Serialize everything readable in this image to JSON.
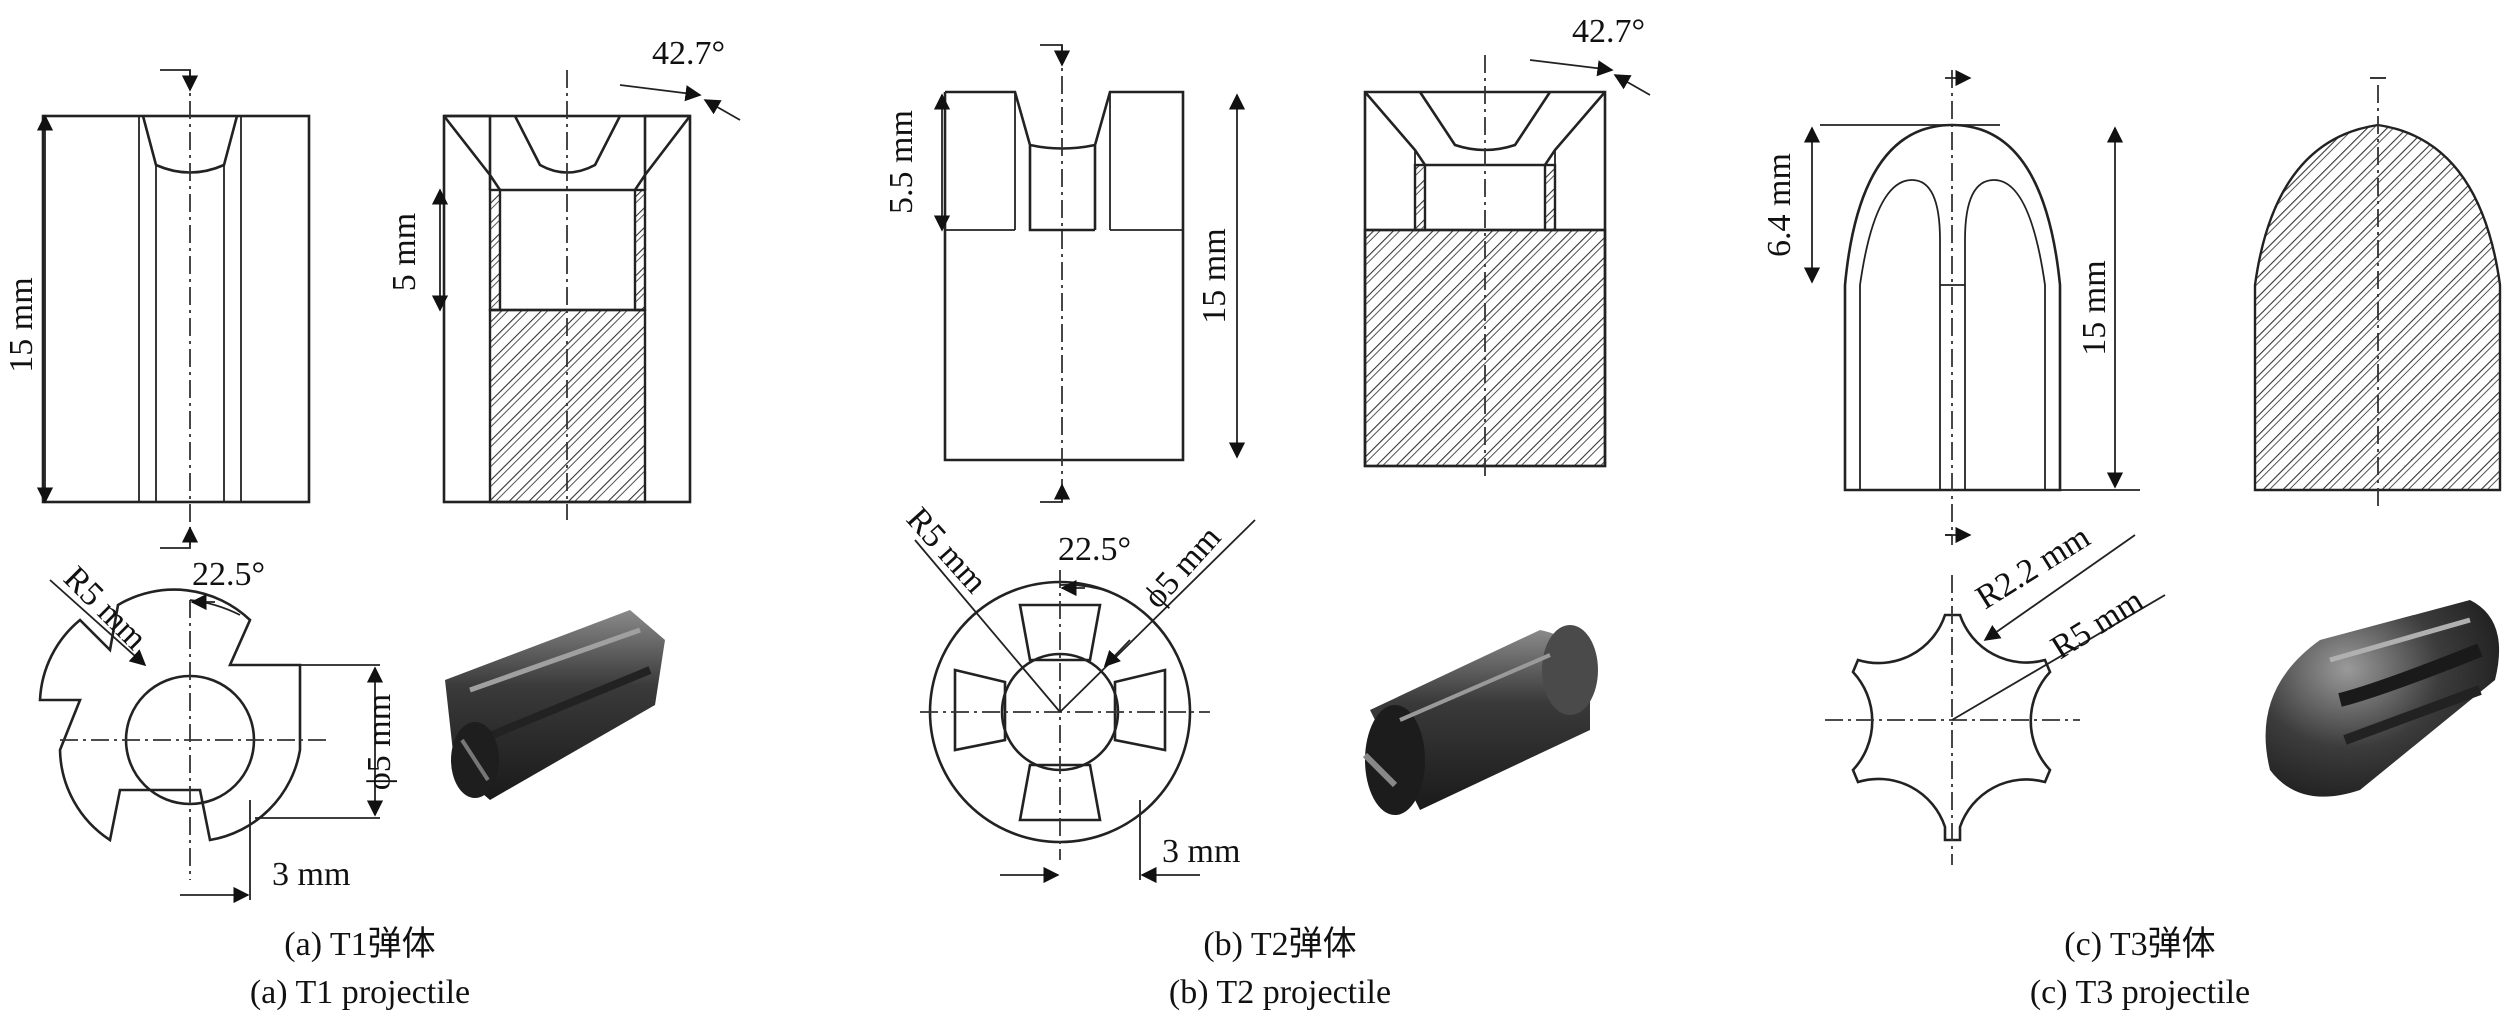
{
  "panels": [
    {
      "id": "a",
      "caption_cn": "(a) T1弹体",
      "caption_en": "(a) T1 projectile",
      "dims": {
        "height": "15 mm",
        "inner_depth": "5 mm",
        "angle_top": "42.7°",
        "radius": "R5 mm",
        "slot_angle": "22.5°",
        "diameter": "ϕ5 mm",
        "offset": "3 mm"
      }
    },
    {
      "id": "b",
      "caption_cn": "(b) T2弹体",
      "caption_en": "(b) T2 projectile",
      "dims": {
        "depth": "5.5 mm",
        "height": "15 mm",
        "angle_top": "42.7°",
        "radius": "R5 mm",
        "slot_angle": "22.5°",
        "diameter": "ϕ5 mm",
        "offset": "3 mm"
      }
    },
    {
      "id": "c",
      "caption_cn": "(c) T3弹体",
      "caption_en": "(c) T3 projectile",
      "dims": {
        "nose_height": "6.4 mm",
        "height": "15 mm",
        "groove_radius": "R2.2 mm",
        "radius": "R5 mm"
      }
    }
  ],
  "colors": {
    "line": "#222222",
    "photo_dark": "#2a2a2a",
    "photo_light": "#8a8a8a"
  }
}
